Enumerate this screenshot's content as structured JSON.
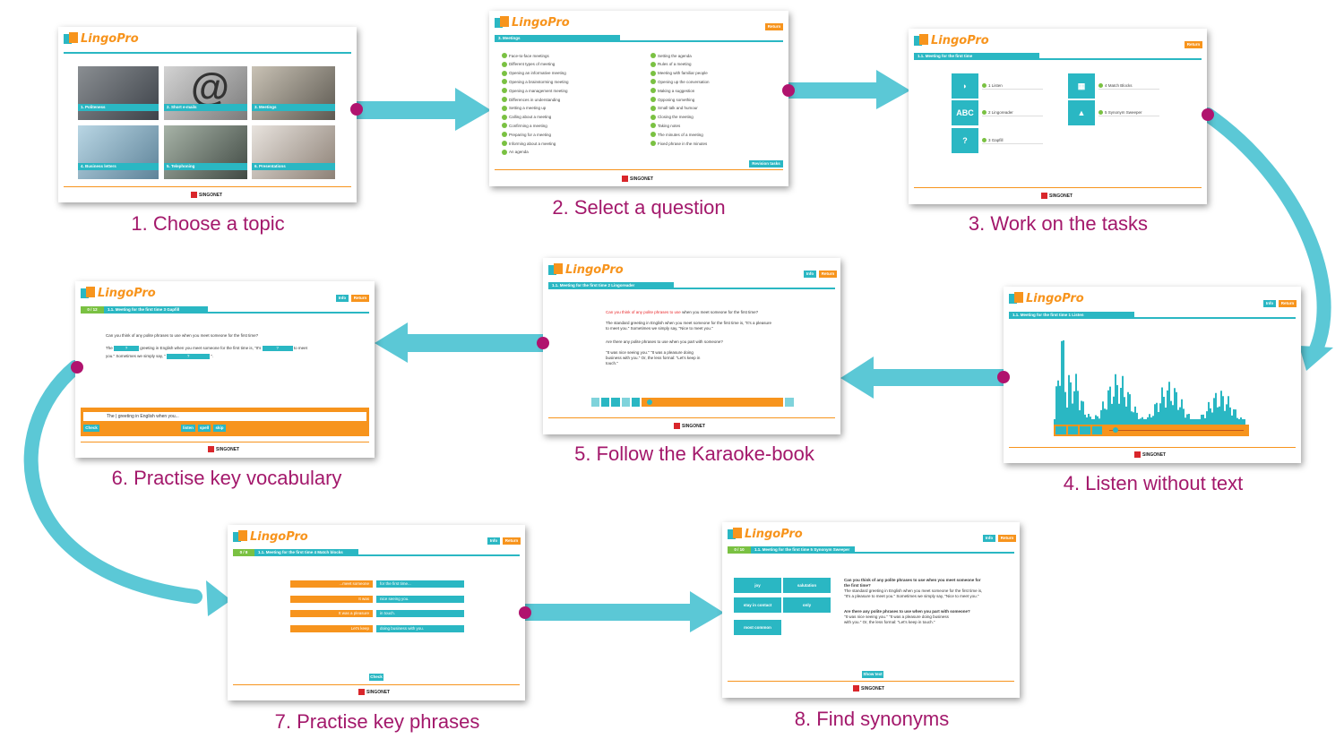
{
  "brand": {
    "app_name": "LingoPro",
    "footer_brand": "SINGONET"
  },
  "colors": {
    "teal": "#2ab7c3",
    "orange": "#f7941d",
    "green": "#7ac142",
    "magenta": "#b0136e",
    "caption": "#a3186b"
  },
  "steps": {
    "s1": {
      "caption": "1. Choose a topic",
      "topics": [
        "1. Politeness",
        "2. Short e-mails",
        "3. Meetings",
        "4. Business letters",
        "5. Telephoning",
        "6. Presentations"
      ]
    },
    "s2": {
      "caption": "2. Select a question",
      "crumb": "3. Meetings",
      "return_btn": "Return",
      "revision_btn": "Revision tasks",
      "left_items": [
        "Face-to-face meetings",
        "Different types of meeting",
        "Opening an informative meeting",
        "Opening a brainstorming meeting",
        "Opening a management meeting",
        "Differences in understanding",
        "Setting a meeting up",
        "Calling about a meeting",
        "Confirming a meeting",
        "Preparing for a meeting",
        "Informing about a meeting",
        "An agenda"
      ],
      "right_items": [
        "Setting the agenda",
        "Rules of a meeting",
        "Meeting with familiar people",
        "Opening up the conversation",
        "Making a suggestion",
        "Opposing something",
        "Small talk and humour",
        "Closing the meeting",
        "Taking notes",
        "The minutes of a meeting",
        "Fixed phrase in the minutes"
      ]
    },
    "s3": {
      "caption": "3. Work on the tasks",
      "crumb": "1.1. Meeting for the first time",
      "return_btn": "Return",
      "tasks": [
        "1 Listen",
        "2 Lingoreader",
        "3 Gapfill",
        "4 Match Blocks",
        "5 Synonym Sweeper"
      ],
      "icon_texts": [
        "ABC",
        "?"
      ]
    },
    "s4": {
      "caption": "4. Listen without text",
      "crumb": "1.1. Meeting for the first time   1 Listen",
      "info_btn": "Info",
      "return_btn": "Return"
    },
    "s5": {
      "caption": "5. Follow the Karaoke-book",
      "crumb": "1.1. Meeting for the first time   2 Lingoreader",
      "info_btn": "Info",
      "return_btn": "Return",
      "question": "Can you think of any polite phrases to use",
      "question_rest": " when you meet someone for the first time?",
      "para1": "The standard greeting in English when you meet someone for the first time is, \"It's a pleasure to meet you.\" Sometimes we simply say, \"Nice to meet you.\"",
      "para2": "Are there any polite phrases to use when you part with someone?",
      "para3": "\"It was nice seeing you.\" \"It was a pleasure doing business with you.\" Or, the less formal: \"Let's keep in touch.\""
    },
    "s6": {
      "caption": "6. Practise key vocabulary",
      "crumb": "1.1. Meeting for the first time   3 Gapfill",
      "score": "0 / 12",
      "info_btn": "Info",
      "return_btn": "Return",
      "question": "Can you think of any polite phrases to use when you meet someone for the first time?",
      "line1a": "The",
      "line1b": "greeting in English when you meet someone for the first time is, \"It's",
      "line1c": "to meet",
      "line2a": "you.\" Sometimes we simply say, \"",
      "line2b": "\".",
      "gap_mark": "?",
      "input_text": "The | greeting in English when you...",
      "check_btn": "Check",
      "listen_btn": "listen",
      "spell_btn": "spell",
      "skip_btn": "skip"
    },
    "s7": {
      "caption": "7. Practise key phrases",
      "crumb": "1.1. Meeting for the first time   4 Match blocks",
      "score": "0 / 8",
      "info_btn": "Info",
      "return_btn": "Return",
      "left_blocks": [
        "...meet someone",
        "It was",
        "It was a pleasure",
        "Let's keep"
      ],
      "right_blocks": [
        "for the first time...",
        "nice seeing you.",
        "in touch.",
        "doing business with you."
      ],
      "check_btn": "Check"
    },
    "s8": {
      "caption": "8. Find synonyms",
      "crumb": "1.1. Meeting for the first time   5 Synonym Sweeper",
      "score": "0 / 10",
      "info_btn": "Info",
      "return_btn": "Return",
      "words": [
        "joy",
        "salutation",
        "stay in contact",
        "only",
        "most common"
      ],
      "q1": "Can you think of any polite phrases to use when you meet someone for the first time?",
      "p1": "The standard greeting in English when you meet someone for the first time is, \"It's a pleasure to meet you.\" Sometimes we simply say, \"Nice to meet you.\"",
      "q2": "Are there any polite phrases to use when you part with someone?",
      "p2": "\"It was nice seeing you.\" \"It was a pleasure doing business with you.\" Or, the less formal: \"Let's keep in touch.\"",
      "show_btn": "Show text"
    }
  }
}
